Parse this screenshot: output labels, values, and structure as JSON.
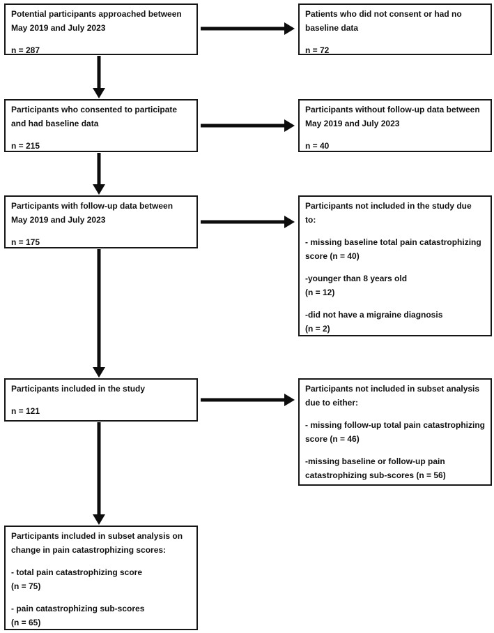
{
  "flowchart": {
    "left_boxes": [
      {
        "paragraphs": [
          "Potential participants approached between\nMay 2019 and July 2023",
          "n = 287"
        ]
      },
      {
        "paragraphs": [
          "Participants who consented to participate\nand had baseline data",
          "n = 215"
        ]
      },
      {
        "paragraphs": [
          "Participants with follow-up data between\nMay 2019 and July 2023",
          "n = 175"
        ]
      },
      {
        "paragraphs": [
          "Participants included in the study",
          "n = 121"
        ]
      },
      {
        "paragraphs": [
          "Participants included in subset analysis on\nchange in pain catastrophizing scores:",
          "- total pain catastrophizing score\n(n = 75)",
          "- pain catastrophizing sub-scores\n(n = 65)"
        ]
      }
    ],
    "right_boxes": [
      {
        "paragraphs": [
          "Patients who did not consent or had no\nbaseline data",
          "n = 72"
        ]
      },
      {
        "paragraphs": [
          "Participants without follow-up data between\nMay 2019 and July 2023",
          "n = 40"
        ]
      },
      {
        "paragraphs": [
          "Participants not included in the study due\nto:",
          "- missing baseline total pain catastrophizing\nscore (n = 40)",
          "-younger than 8 years old\n(n = 12)",
          "-did not have a migraine diagnosis\n(n = 2)"
        ]
      },
      {
        "paragraphs": [
          "Participants not included in subset analysis\ndue to either:",
          "- missing follow-up total pain catastrophizing\nscore (n = 46)",
          "-missing baseline or follow-up pain\ncatastrophizing sub-scores (n = 56)"
        ]
      }
    ],
    "colors": {
      "box_border": "#161616",
      "arrow": "#0d0d0d",
      "text": "#111111",
      "background": "#ffffff"
    }
  }
}
